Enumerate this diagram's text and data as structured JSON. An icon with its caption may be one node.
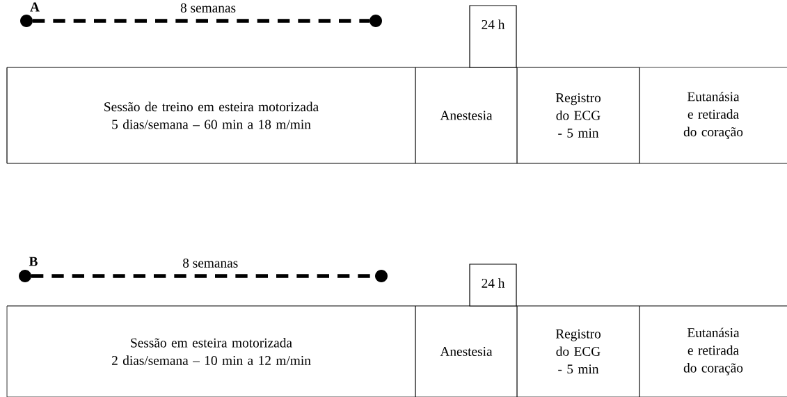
{
  "diagram": {
    "nodes": [
      {
        "text": [],
        "shape": "circle"
      },
      {
        "text": [],
        "shape": "circle"
      },
      {
        "text": [
          "Sessão de treino em esteira motorizada",
          "5 dias/semana – 60 min a 18 m/min"
        ]
      },
      {
        "text": [
          "Anestesia"
        ]
      },
      {
        "text": [
          "Registro do ECG - 5 min"
        ]
      },
      {
        "text": [
          "Eutanásia e retirada do coração"
        ]
      },
      {
        "text": [
          "24 h"
        ]
      },
      {
        "text": [],
        "shape": "circle"
      },
      {
        "text": [],
        "shape": "circle"
      },
      {
        "text": [
          "Sessão em esteira motorizada",
          "2 dias/semana – 10 min a 12 m/min"
        ]
      },
      {
        "text": [
          "Anestesia"
        ]
      },
      {
        "text": [
          "Registro do ECG - 5 min"
        ]
      },
      {
        "text": [
          "Eutanásia e retirada do coração"
        ]
      },
      {
        "text": [
          "24 h"
        ]
      }
    ],
    "edges": [
      {
        "from": 0,
        "to": 1,
        "arrow": "none",
        "style": "dashed",
        "label": "8 semanas"
      },
      {
        "from": 7,
        "to": 8,
        "arrow": "none",
        "style": "dashed",
        "label": "8 semanas"
      }
    ],
    "labels": [
      "A",
      "B"
    ]
  }
}
